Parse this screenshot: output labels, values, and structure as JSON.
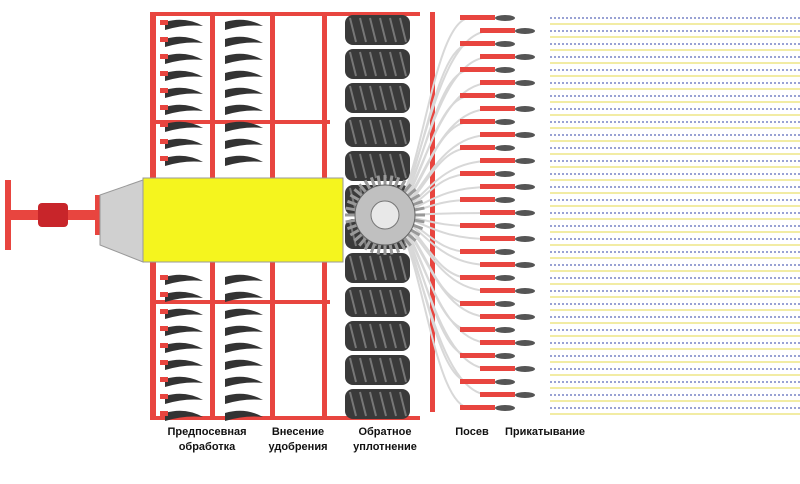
{
  "labels": {
    "tillage": [
      "Предпосевная",
      "обработка"
    ],
    "fertilizer": [
      "Внесение",
      "удобрения"
    ],
    "compaction": [
      "Обратное",
      "уплотнение"
    ],
    "sowing": [
      "Посев"
    ],
    "rolling": [
      "Прикатывание"
    ]
  },
  "colors": {
    "frame": "#e8453f",
    "hopper": "#f5f51e",
    "tire": "#3a3a3a",
    "hose": "#d8d8d8",
    "row_blue": "#3344aa",
    "row_yellow": "#e6d84a"
  }
}
